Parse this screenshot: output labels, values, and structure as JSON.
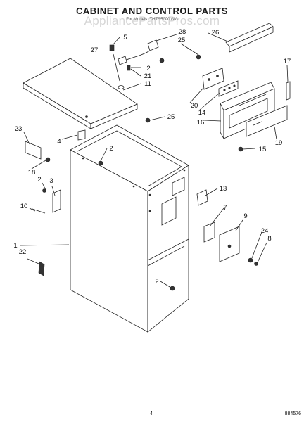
{
  "header": {
    "title": "CABINET AND CONTROL PARTS",
    "watermark": "AppliancePartsPros.com",
    "model_line": "For Models: THTS5000 (W)"
  },
  "callouts": [
    {
      "id": "c1",
      "label": "1"
    },
    {
      "id": "c2a",
      "label": "2"
    },
    {
      "id": "c2b",
      "label": "2"
    },
    {
      "id": "c2c",
      "label": "2"
    },
    {
      "id": "c2d",
      "label": "2"
    },
    {
      "id": "c3",
      "label": "3"
    },
    {
      "id": "c4",
      "label": "4"
    },
    {
      "id": "c5",
      "label": "5"
    },
    {
      "id": "c7",
      "label": "7"
    },
    {
      "id": "c8",
      "label": "8"
    },
    {
      "id": "c9",
      "label": "9"
    },
    {
      "id": "c10",
      "label": "10"
    },
    {
      "id": "c11",
      "label": "11"
    },
    {
      "id": "c13",
      "label": "13"
    },
    {
      "id": "c14",
      "label": "14"
    },
    {
      "id": "c15",
      "label": "15"
    },
    {
      "id": "c16",
      "label": "16"
    },
    {
      "id": "c17",
      "label": "17"
    },
    {
      "id": "c18",
      "label": "18"
    },
    {
      "id": "c19",
      "label": "19"
    },
    {
      "id": "c20",
      "label": "20"
    },
    {
      "id": "c21",
      "label": "21"
    },
    {
      "id": "c22",
      "label": "22"
    },
    {
      "id": "c23",
      "label": "23"
    },
    {
      "id": "c24",
      "label": "24"
    },
    {
      "id": "c25a",
      "label": "25"
    },
    {
      "id": "c25b",
      "label": "25"
    },
    {
      "id": "c26",
      "label": "26"
    },
    {
      "id": "c27",
      "label": "27"
    },
    {
      "id": "c28",
      "label": "28"
    }
  ],
  "footer": {
    "page_number": "4",
    "diagram_code": "884576"
  }
}
